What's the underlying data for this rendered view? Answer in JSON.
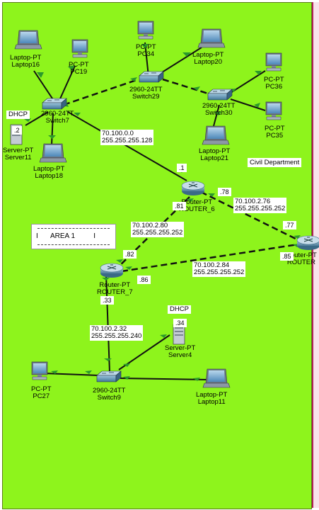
{
  "areas": {
    "civil_label": "Civil Department",
    "area1_label": "AREA 1"
  },
  "devices": {
    "laptop16": {
      "type": "Laptop-PT",
      "name": "Laptop16"
    },
    "pc19": {
      "type": "PC-PT",
      "name": "PC19"
    },
    "pc34": {
      "type": "PC-PT",
      "name": "PC34"
    },
    "laptop20": {
      "type": "Laptop-PT",
      "name": "Laptop20"
    },
    "pc36": {
      "type": "PC-PT",
      "name": "PC36"
    },
    "switch29": {
      "type": "2960-24TT",
      "name": "Switch29"
    },
    "switch30": {
      "type": "2960-24TT",
      "name": "Switch30"
    },
    "switch7": {
      "type": "2960-24TT",
      "name": "Switch7"
    },
    "pc35": {
      "type": "PC-PT",
      "name": "PC35"
    },
    "server11": {
      "type": "Server-PT",
      "name": "Server11",
      "badge": "DHCP",
      "ip": ".2"
    },
    "laptop18": {
      "type": "Laptop-PT",
      "name": "Laptop18"
    },
    "laptop21": {
      "type": "Laptop-PT",
      "name": "Laptop21"
    },
    "router6": {
      "type": "Router-PT",
      "name": "ROUTER_6"
    },
    "router_right": {
      "type": "Router-PT",
      "name": "ROUTER"
    },
    "router7": {
      "type": "Router-PT",
      "name": "ROUTER_7"
    },
    "server4": {
      "type": "Server-PT",
      "name": "Server4",
      "badge": "DHCP",
      "ip": ".34"
    },
    "pc27": {
      "type": "PC-PT",
      "name": "PC27"
    },
    "switch9": {
      "type": "2960-24TT",
      "name": "Switch9"
    },
    "laptop11": {
      "type": "Laptop-PT",
      "name": "Laptop11"
    }
  },
  "networks": [
    {
      "id": "net1",
      "address": "70.100.0.0",
      "mask": "255.255.255.128"
    },
    {
      "id": "net2",
      "address": "70.100.2.76",
      "mask": "255.255.255.252"
    },
    {
      "id": "net3",
      "address": "70.100.2.80",
      "mask": "255.255.255.252"
    },
    {
      "id": "net4",
      "address": "70.100.2.84",
      "mask": "255.255.255.252"
    },
    {
      "id": "net5",
      "address": "70.100.2.32",
      "mask": "255.255.255.240"
    }
  ],
  "interfaces": {
    "r6_lan": ".1",
    "r6_to_r": ".78",
    "r6_to_r7": ".81",
    "r_from_r6": ".77",
    "r_from_r7": ".85",
    "r7_to_r6": ".82",
    "r7_to_r": ".86",
    "r7_lan": ".33"
  }
}
